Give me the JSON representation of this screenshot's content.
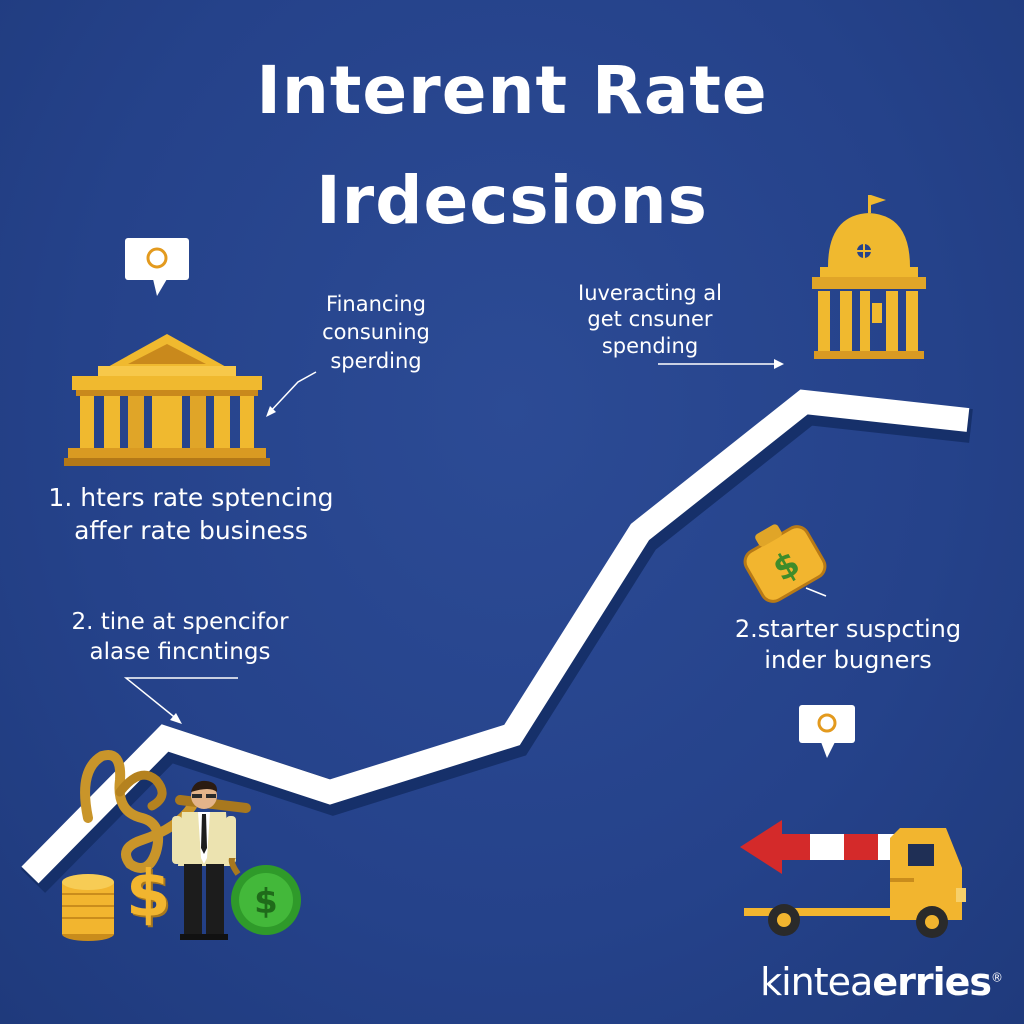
{
  "title": {
    "line1": "Interent Rate",
    "line2": "Irdecsions"
  },
  "labels": {
    "financing": [
      "Financing",
      "consuning",
      "sperding"
    ],
    "investing": [
      "Iuveracting al",
      "get cnsuner",
      "spending"
    ],
    "point1": [
      "1. hters rate sptencing",
      "affer rate business"
    ],
    "point2": [
      "2. tine  at spencifor",
      "alase fincntings"
    ],
    "point3": [
      "2.starter  suspcting",
      "inder bugners"
    ]
  },
  "dollar_symbol": "$",
  "brand": {
    "light": "kintea",
    "bold": "erries",
    "mark": "®"
  },
  "icons": [
    "speech-bubble-icon",
    "bank-icon",
    "capitol-building-icon",
    "money-bag-icon",
    "coin-stack-icon",
    "businessman-icon",
    "dollar-coin-icon",
    "red-arrow-icon",
    "truck-icon"
  ],
  "colors": {
    "background": "#25428a",
    "trend_line": "#ffffff",
    "gold": "#e8b22c",
    "green": "#3aa832",
    "red": "#d42a2a"
  }
}
